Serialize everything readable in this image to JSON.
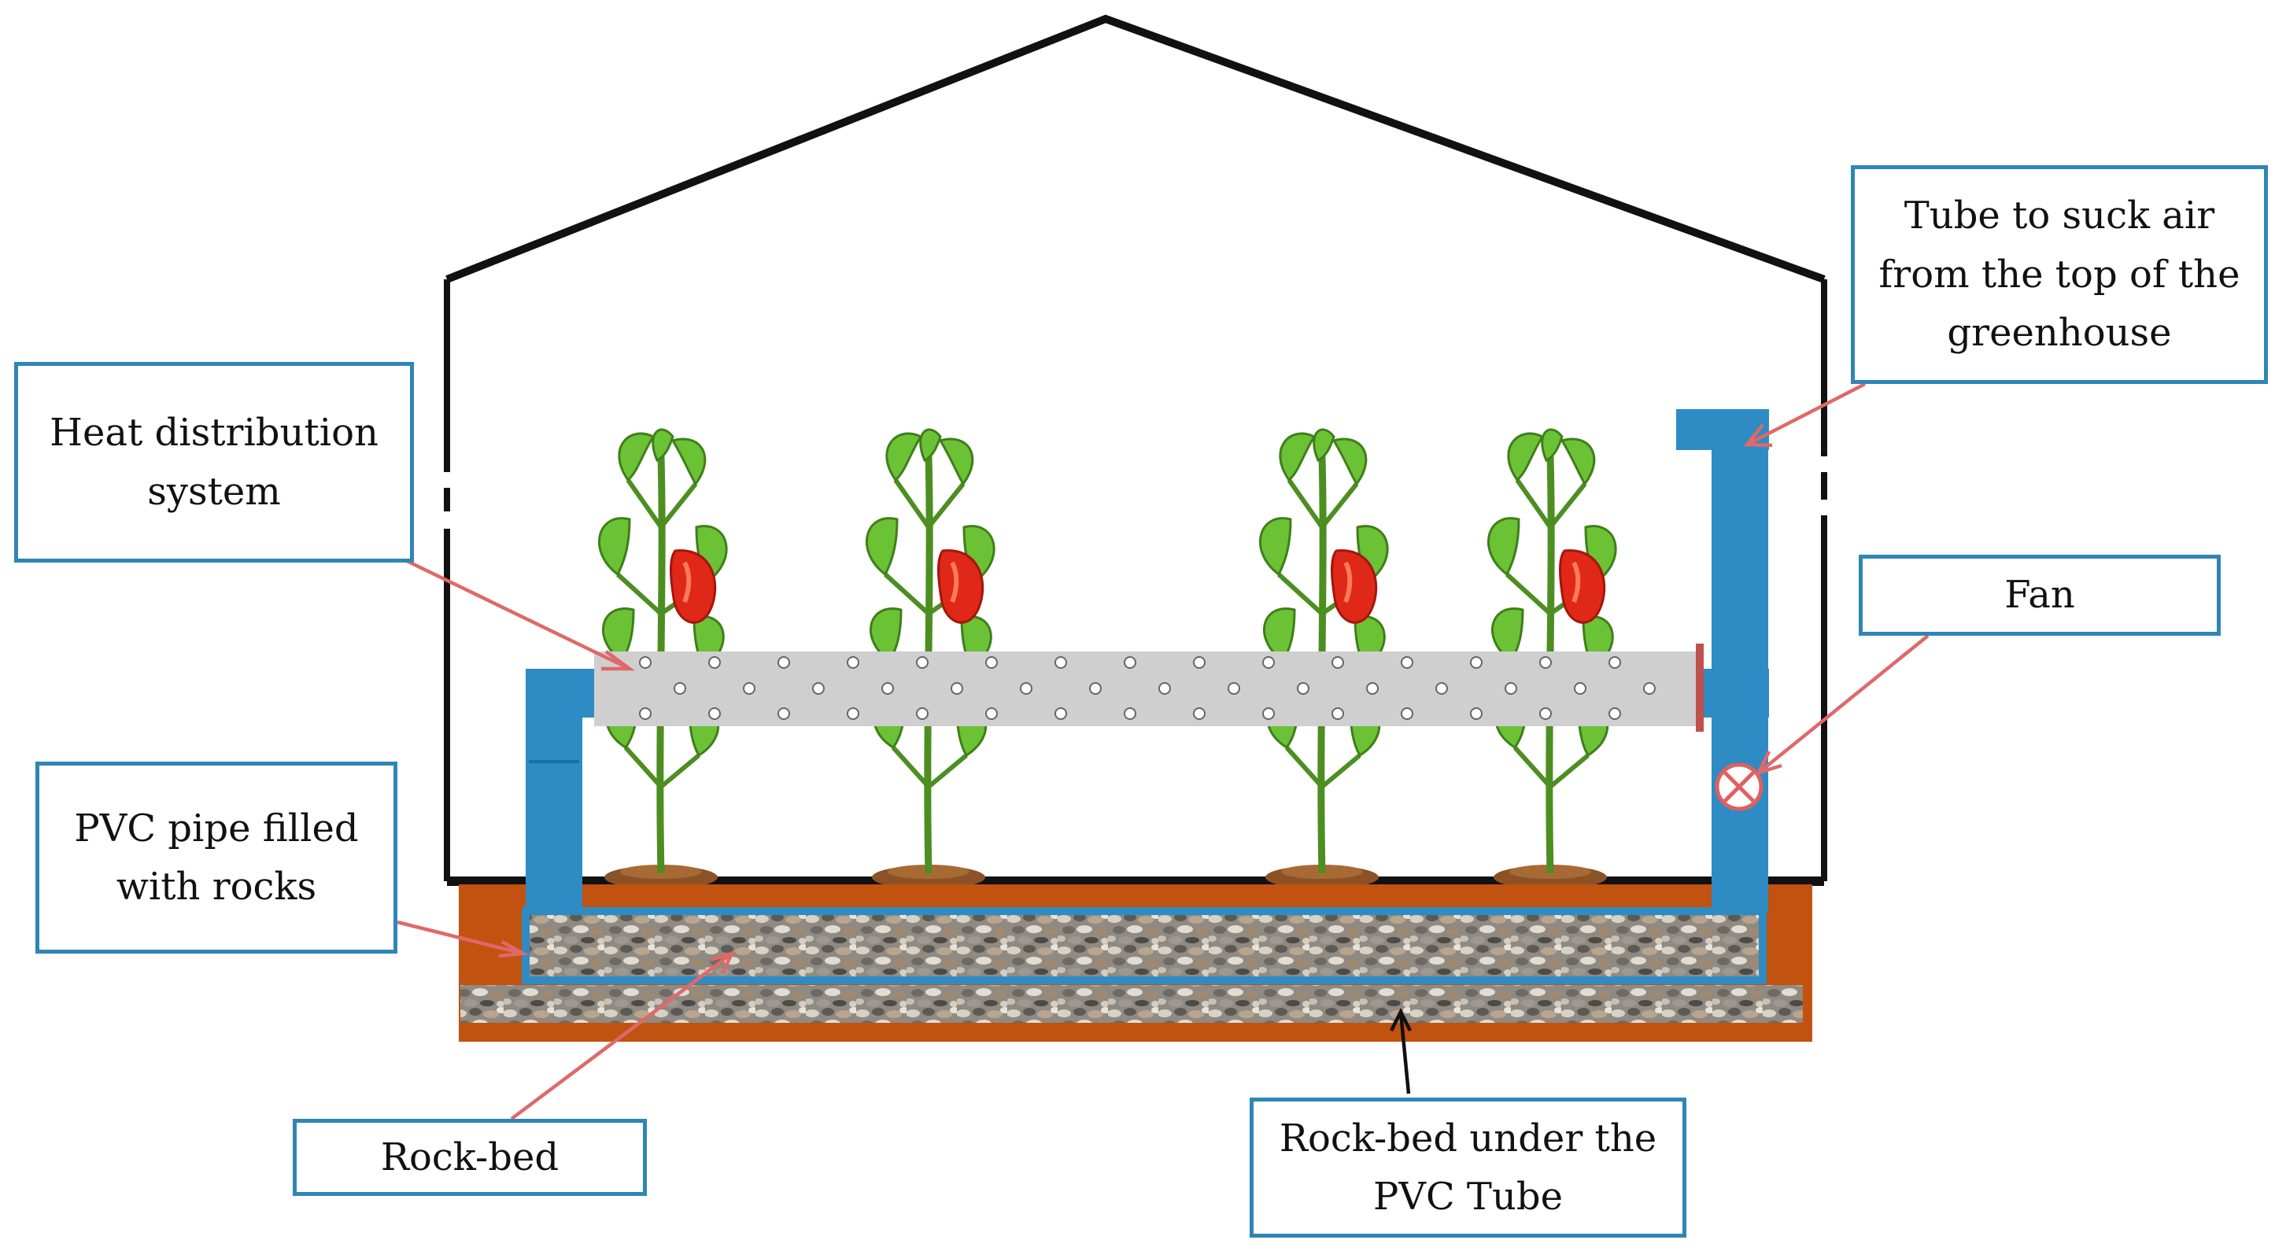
{
  "labels": {
    "heat_distribution": [
      "Heat distribution",
      "system"
    ],
    "tube_suck_air": [
      "Tube to suck air",
      "from the top of the",
      "greenhouse"
    ],
    "fan": [
      "Fan"
    ],
    "pvc_pipe": [
      "PVC pipe filled",
      "with rocks"
    ],
    "rock_bed": [
      "Rock-bed"
    ],
    "rock_bed_under": [
      "Rock-bed under the",
      "PVC Tube"
    ]
  },
  "colors": {
    "frame": "#111111",
    "blue_pipe": "#2e8bc4",
    "label_border": "#2e86b5",
    "arrow_red": "#e06868",
    "arrow_black": "#111111",
    "soil": "#c2520f",
    "gravel": "#9c9890",
    "heat_pipe": "#cfcfcf",
    "pepper": "#e02818",
    "leaf": "#6cc235"
  },
  "icons": {
    "fan": "fan-icon",
    "plant": "pepper-plant-icon"
  }
}
